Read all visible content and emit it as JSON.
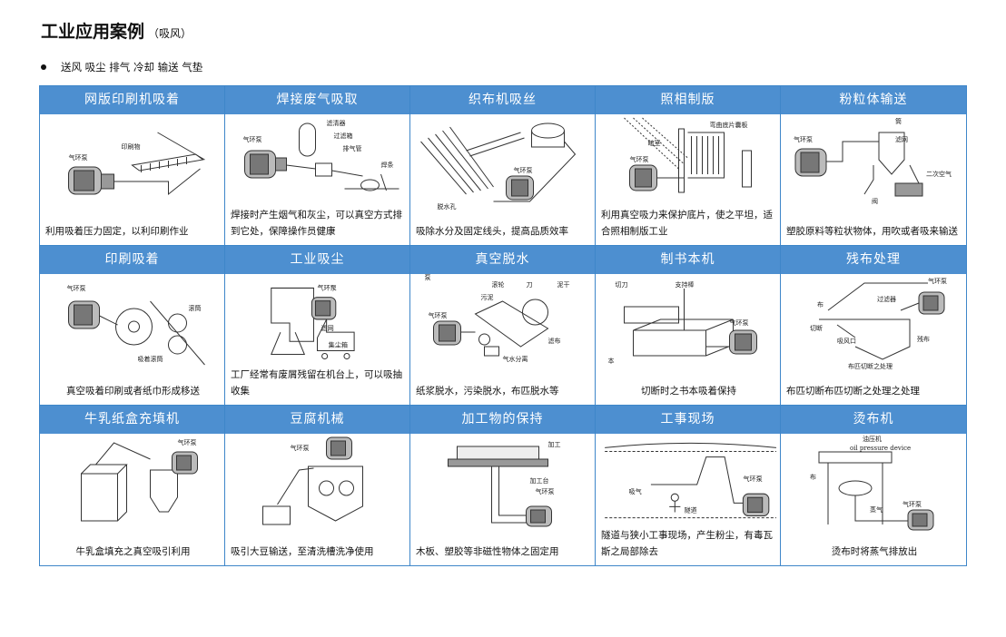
{
  "header": {
    "title": "工业应用案例",
    "subtitle": "（吸风）"
  },
  "bullet": {
    "text": "送风 吸尘 排气 冷却 输送 气垫"
  },
  "cases": [
    {
      "title": "网版印刷机吸着",
      "caption": "利用吸着压力固定，以利印刷作业",
      "labels": [
        "印刷物",
        "气环泵"
      ]
    },
    {
      "title": "焊接废气吸取",
      "caption": "焊接时产生烟气和灰尘，可以真空方式排到它处，保障操作员健康",
      "labels": [
        "滤清器",
        "过滤箱",
        "气环泵",
        "排气管",
        "焊条"
      ]
    },
    {
      "title": "织布机吸丝",
      "caption": "吸除水分及固定线头，提高品质效率",
      "labels": [
        "气环泵",
        "脱水孔"
      ]
    },
    {
      "title": "照相制版",
      "caption": "利用真空吸力来保护底片，使之平坦，适合照相制版工业",
      "labels": [
        "暗室",
        "弯曲底片囊板",
        "气环泵"
      ]
    },
    {
      "title": "粉粒体输送",
      "caption": "塑胶原料等粒状物体，用吹或者吸来输送",
      "labels": [
        "气环泵",
        "筒",
        "滤网",
        "二次空气",
        "阀"
      ]
    },
    {
      "title": "印刷吸着",
      "caption": "真空吸着印刷或者纸巾形成移送",
      "labels": [
        "气环泵",
        "滚筒",
        "吸着滚筒"
      ]
    },
    {
      "title": "工业吸尘",
      "caption": "工厂经常有废屑残留在机台上，可以吸抽收集",
      "labels": [
        "气环泵",
        "滤网",
        "集尘箱"
      ]
    },
    {
      "title": "真空脱水",
      "caption": "纸浆脱水，污染脱水，布匹脱水等",
      "labels": [
        "泵",
        "滚轮",
        "刀",
        "泥干",
        "污泥",
        "气环泵",
        "滤布",
        "气水分离"
      ]
    },
    {
      "title": "制书本机",
      "caption": "切断时之书本吸着保持",
      "labels": [
        "切刀",
        "支持棒",
        "气环泵",
        "本"
      ]
    },
    {
      "title": "残布处理",
      "caption": "布匹切断布匹切断之处理之处理",
      "labels": [
        "气环泵",
        "布",
        "过滤器",
        "切断",
        "吸风口",
        "残布",
        "布匹切断之处理"
      ]
    },
    {
      "title": "牛乳纸盒充填机",
      "caption": "牛乳盒填充之真空吸引利用",
      "labels": [
        "气环泵"
      ]
    },
    {
      "title": "豆腐机械",
      "caption": "吸引大豆输送，至清洗槽洗净使用",
      "labels": [
        "气环泵"
      ]
    },
    {
      "title": "加工物的保持",
      "caption": "木板、塑胶等非磁性物体之固定用",
      "labels": [
        "加工",
        "加工台",
        "气环泵"
      ]
    },
    {
      "title": "工事现场",
      "caption": "隧道与狭小工事现场，产生粉尘，有毒瓦斯之局部除去",
      "labels": [
        "气环泵",
        "隧道",
        "吸气"
      ]
    },
    {
      "title": "烫布机",
      "caption": "烫布时将蒸气排放出",
      "labels": [
        "油压机",
        "oil pressure device",
        "布",
        "蒸气",
        "气环泵"
      ]
    }
  ]
}
